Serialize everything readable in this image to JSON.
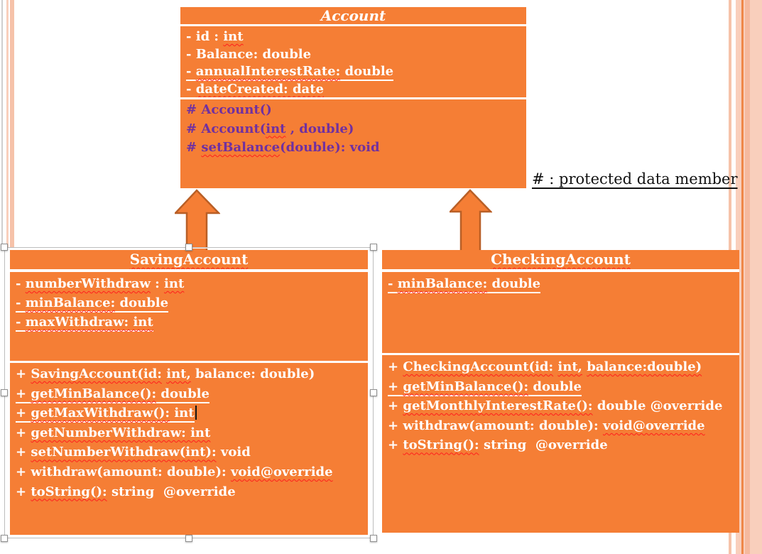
{
  "colors": {
    "box_fill": "#F57E35",
    "arrow_border": "#B95F26",
    "purple": "#7030A0",
    "squiggle": "#FF1E1E",
    "stripe_light": "#F9CFBC",
    "stripe_mid": "#F6C2A9",
    "stripe_line": "#EF8748",
    "stripe_med": "#F5B99E"
  },
  "note": {
    "text": "# : protected data member"
  },
  "account": {
    "title_line": [
      [
        [
          "Account",
          ""
        ]
      ]
    ],
    "fields": [
      [
        [
          "- id : ",
          ""
        ],
        [
          "int",
          "sq"
        ]
      ],
      [
        [
          "- Balance: double",
          ""
        ]
      ],
      [
        [
          "- ",
          "u"
        ],
        [
          "annualInterestRate:",
          "u sq"
        ],
        [
          " double",
          "u"
        ]
      ],
      [
        [
          "- ",
          ""
        ],
        [
          "dateCreated: date",
          "sq"
        ]
      ]
    ],
    "methods": [
      [
        [
          "# Account()",
          ""
        ]
      ],
      [
        [
          "# Account(",
          ""
        ],
        [
          "int",
          "sq"
        ],
        [
          " , double)",
          ""
        ]
      ],
      [
        [
          "# ",
          ""
        ],
        [
          "setBalance",
          "sq"
        ],
        [
          "(double): void",
          ""
        ]
      ]
    ]
  },
  "saving": {
    "title_line": [
      [
        [
          "SavingAccount",
          "sq"
        ]
      ]
    ],
    "fields": [
      [
        [
          "- ",
          ""
        ],
        [
          "numberWithdraw",
          "sq"
        ],
        [
          " : ",
          ""
        ],
        [
          "int",
          "sq"
        ]
      ],
      [
        [
          "- ",
          "u"
        ],
        [
          "minBalance:",
          "u sq"
        ],
        [
          " double",
          "u"
        ]
      ],
      [
        [
          "- ",
          "u"
        ],
        [
          "maxWithdraw: int",
          "u sq"
        ]
      ]
    ],
    "methods": [
      [
        [
          "+ ",
          ""
        ],
        [
          "SavingAccount(id:",
          "sq"
        ],
        [
          " ",
          ""
        ],
        [
          "int,",
          "sq"
        ],
        [
          " balance: double)",
          ""
        ]
      ],
      [
        [
          "+ ",
          "u"
        ],
        [
          "getMinBalance():",
          "u sq"
        ],
        [
          " double",
          "u"
        ]
      ],
      [
        [
          "+ ",
          "u"
        ],
        [
          "getMaxWithdraw():",
          "u sq"
        ],
        [
          " int",
          "u"
        ],
        [
          "",
          "caret"
        ]
      ],
      [
        [
          "+ ",
          ""
        ],
        [
          "getNumberWithdraw: int",
          "sq"
        ]
      ],
      [
        [
          "+ ",
          ""
        ],
        [
          "setNumberWithdraw(int):",
          "sq"
        ],
        [
          " void",
          ""
        ]
      ],
      [
        [
          "+ withdraw(amount: double): ",
          ""
        ],
        [
          "void@override",
          "sq"
        ]
      ],
      [
        [
          "+ ",
          ""
        ],
        [
          "toString():",
          "sq"
        ],
        [
          " string  @override",
          ""
        ]
      ]
    ]
  },
  "checking": {
    "title_line": [
      [
        [
          "CheckingAccount",
          "sq"
        ]
      ]
    ],
    "fields": [
      [
        [
          "- ",
          "u"
        ],
        [
          "minBalance:",
          "u sq"
        ],
        [
          " double",
          "u"
        ]
      ]
    ],
    "methods": [
      [
        [
          "+ ",
          ""
        ],
        [
          "CheckingAccount(id:",
          "sq"
        ],
        [
          " ",
          ""
        ],
        [
          "int,",
          "sq"
        ],
        [
          " ",
          ""
        ],
        [
          "balance:double)",
          "sq"
        ]
      ],
      [
        [
          "+ ",
          "u"
        ],
        [
          "getMinBalance():",
          "u sq"
        ],
        [
          " double",
          "u"
        ]
      ],
      [
        [
          "+ ",
          ""
        ],
        [
          "getMonthlyInterestRate():",
          "sq"
        ],
        [
          " double @override",
          ""
        ]
      ],
      [
        [
          "+ withdraw(amount: double): ",
          ""
        ],
        [
          "void@override",
          "sq"
        ]
      ],
      [
        [
          "+ ",
          ""
        ],
        [
          "toString():",
          "sq"
        ],
        [
          " string  @override",
          ""
        ]
      ]
    ]
  }
}
